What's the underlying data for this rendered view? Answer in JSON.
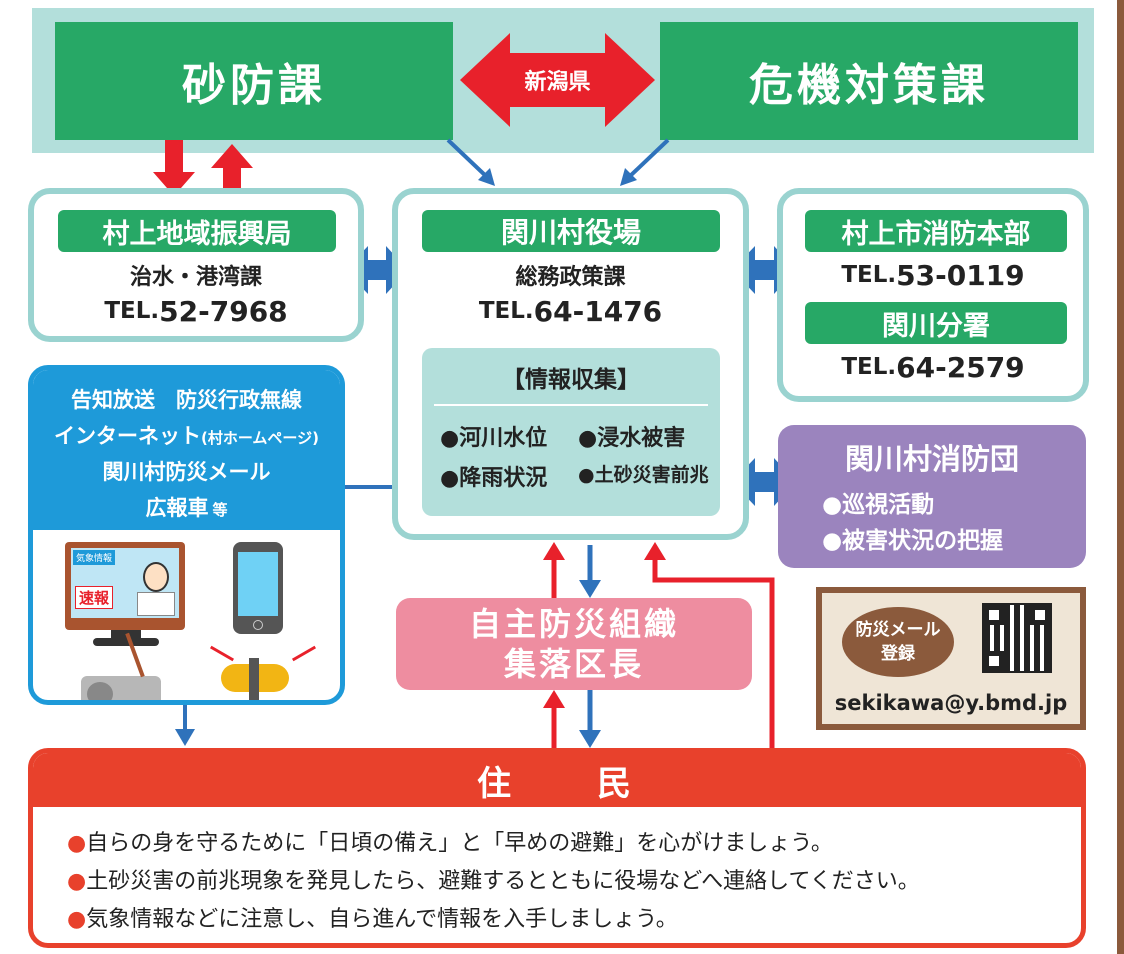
{
  "sabo_ka": "砂防課",
  "kiki_taisaku_ka": "危機対策課",
  "niigata_ken": "新潟県",
  "murakami_chiiki": {
    "title": "村上地域振興局",
    "dept": "治水・港湾課",
    "tel_prefix": "TEL.",
    "tel_number": "52-7968"
  },
  "sekikawa_village": {
    "title": "関川村役場",
    "dept": "総務政策課",
    "tel_prefix": "TEL.",
    "tel_number": "64-1476",
    "info_title": "【情報収集】",
    "info_items": [
      "●河川水位",
      "●浸水被害",
      "●降雨状況",
      "●土砂災害前兆"
    ]
  },
  "fire_hq": {
    "title": "村上市消防本部",
    "tel_prefix": "TEL.",
    "tel_number": "53-0119"
  },
  "branch": {
    "title": "関川分署",
    "tel_prefix": "TEL.",
    "tel_number": "64-2579"
  },
  "broadcast": {
    "lines": [
      "告知放送　防災行政無線",
      "インターネット",
      "(村ホームページ)",
      "関川村防災メール",
      "広報車",
      "等"
    ]
  },
  "tv": {
    "weather_label": "気象情報",
    "breaking": "速報"
  },
  "fire_corps": {
    "title": "関川村消防団",
    "items": [
      "●巡視活動",
      "●被害状況の把握"
    ]
  },
  "community": {
    "line1": "自主防災組織",
    "line2": "集落区長"
  },
  "mail": {
    "badge": "防災メール\n登録",
    "address": "sekikawa@y.bmd.jp"
  },
  "residents": {
    "title": "住　　民",
    "items": [
      "自らの身を守るために「日頃の備え」と「早めの避難」を心がけましょう。",
      "土砂災害の前兆現象を発見したら、避難するとともに役場などへ連絡してください。",
      "気象情報などに注意し、自ら進んで情報を入手しましょう。"
    ]
  },
  "colors": {
    "green": "#27a866",
    "teal_band": "#b3dfdb",
    "box_border": "#9ad3d0",
    "blue_arrow": "#2f72bb",
    "red_arrow": "#e8212b",
    "broadcast_blue": "#1e9ad9",
    "purple": "#9b84be",
    "pink": "#ee8da0",
    "resident_red": "#e8412c",
    "brown": "#8b5a3c",
    "mail_bg": "#efe5d6"
  }
}
